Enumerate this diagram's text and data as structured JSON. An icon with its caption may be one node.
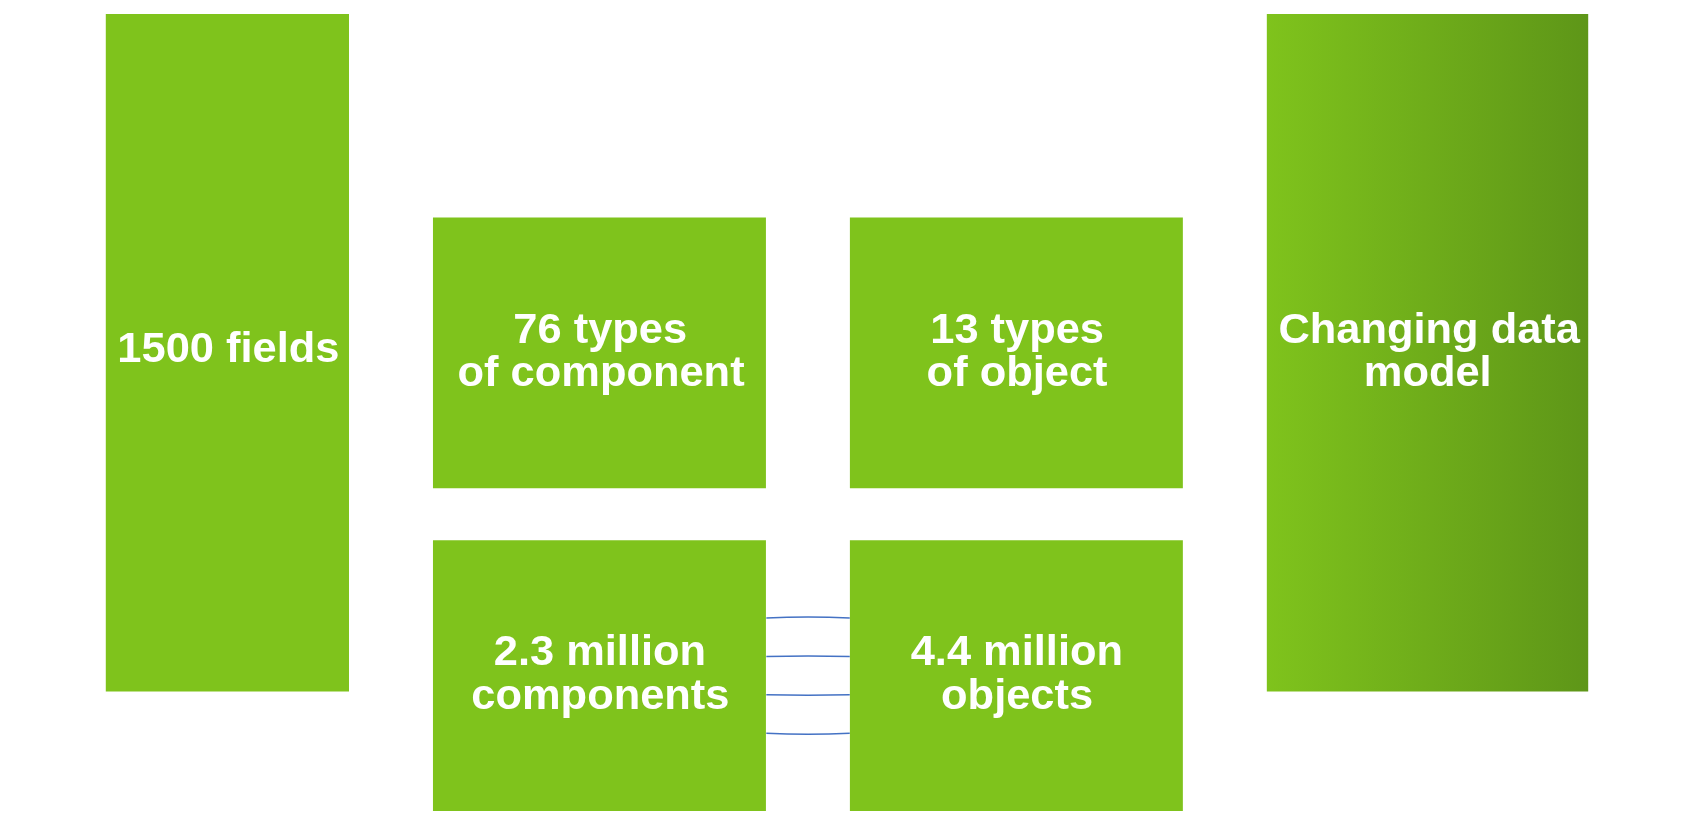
{
  "diagram": {
    "nodes": [
      {
        "text": [
          "1500 fields"
        ]
      },
      {
        "text": [
          "76 types of component"
        ]
      },
      {
        "text": [
          "13 types of object"
        ]
      },
      {
        "text": [
          "2.3 million components"
        ]
      },
      {
        "text": [
          "4.4 million objects"
        ]
      },
      {
        "text": [
          "Changing data model"
        ]
      }
    ],
    "edges": [
      {
        "from": 3,
        "to": 4,
        "arrow": "none"
      },
      {
        "from": 3,
        "to": 4,
        "arrow": "none"
      },
      {
        "from": 3,
        "to": 4,
        "arrow": "none"
      },
      {
        "from": 3,
        "to": 4,
        "arrow": "none"
      }
    ]
  }
}
